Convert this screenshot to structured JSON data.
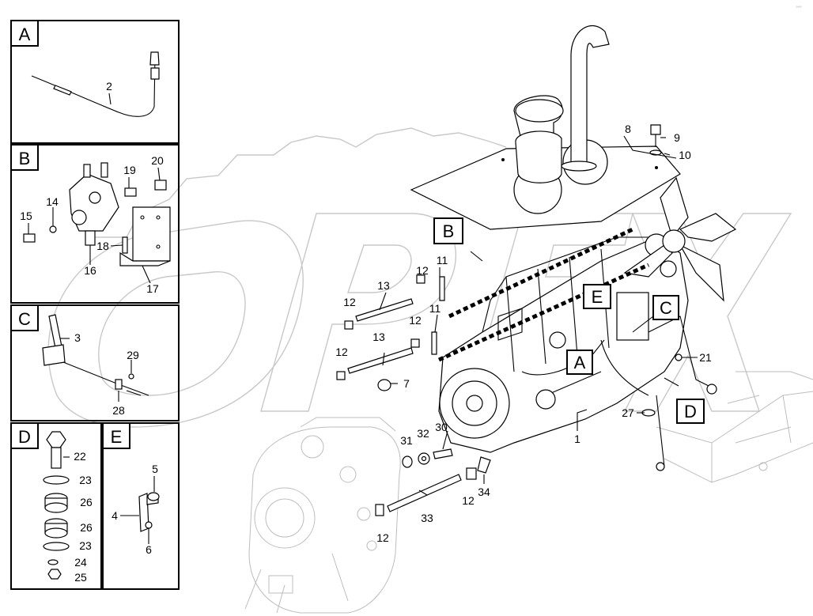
{
  "watermark": "OPEX",
  "corner_mark": "°°°",
  "panels": {
    "A": {
      "letter": "A",
      "labels": {
        "p2": "2"
      }
    },
    "B": {
      "letter": "B",
      "labels": {
        "p14": "14",
        "p15": "15",
        "p16": "16",
        "p17": "17",
        "p18": "18",
        "p19": "19",
        "p20": "20"
      }
    },
    "C": {
      "letter": "C",
      "labels": {
        "p3": "3",
        "p28": "28",
        "p29": "29"
      }
    },
    "D": {
      "letter": "D",
      "labels": {
        "p22": "22",
        "p23a": "23",
        "p26a": "26",
        "p26b": "26",
        "p23b": "23",
        "p24": "24",
        "p25": "25"
      }
    },
    "E": {
      "letter": "E",
      "labels": {
        "p4": "4",
        "p5": "5",
        "p6": "6"
      }
    }
  },
  "main": {
    "callout_letters": {
      "B": "B",
      "E": "E",
      "C": "C",
      "A": "A",
      "D": "D"
    },
    "labels": {
      "p1": "1",
      "p7": "7",
      "p8": "8",
      "p9": "9",
      "p10": "10",
      "p11a": "11",
      "p11b": "11",
      "p12a": "12",
      "p12b": "12",
      "p12c": "12",
      "p12d": "12",
      "p12e": "12",
      "p12f": "12",
      "p13a": "13",
      "p13b": "13",
      "p21": "21",
      "p27": "27",
      "p30": "30",
      "p31": "31",
      "p32": "32",
      "p33": "33",
      "p34": "34"
    }
  }
}
